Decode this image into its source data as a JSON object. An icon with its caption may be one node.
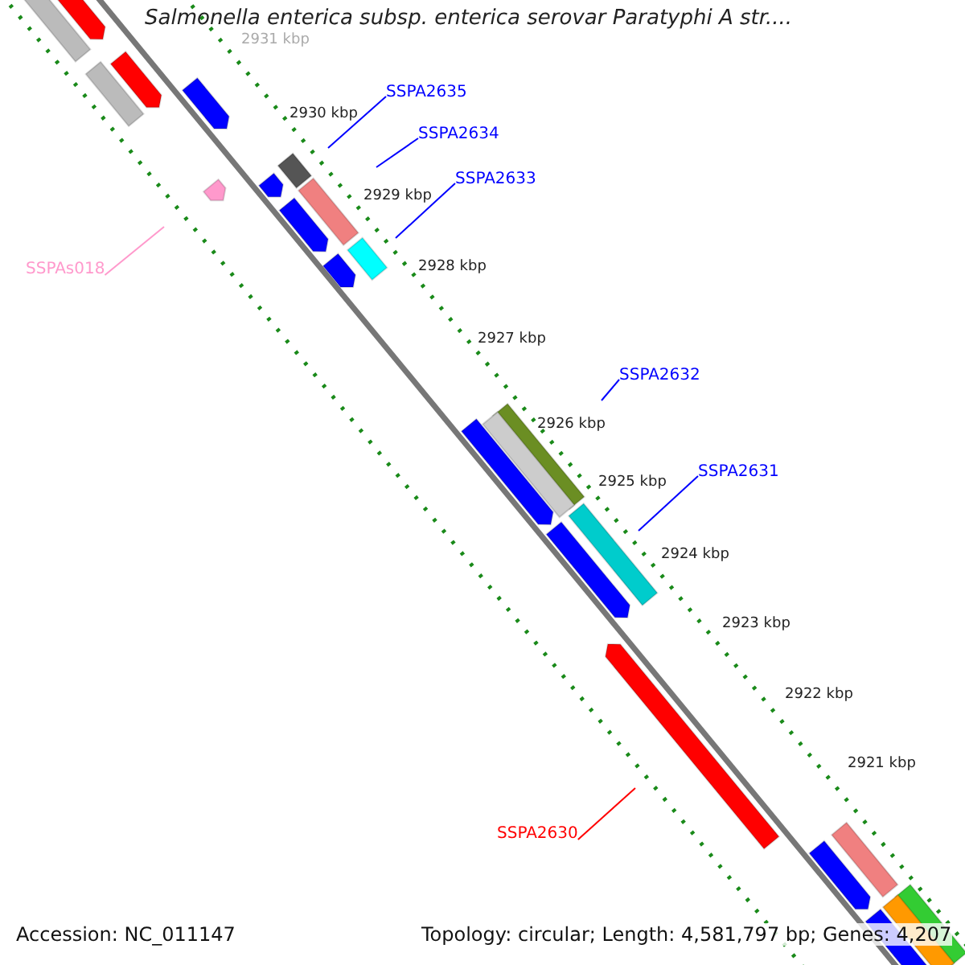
{
  "diagram": {
    "title": "Salmonella enterica subsp. enterica serovar Paratyphi A str....",
    "nodes": [
      {
        "text": [
          "SSPA2635"
        ]
      },
      {
        "text": [
          "SSPA2634"
        ]
      },
      {
        "text": [
          "SSPA2633"
        ]
      },
      {
        "text": [
          "SSPAs018"
        ]
      },
      {
        "text": [
          "SSPA2632"
        ]
      },
      {
        "text": [
          "SSPA2631"
        ]
      },
      {
        "text": [
          "SSPA2630"
        ]
      }
    ],
    "edges": [
      {
        "from": 0,
        "to": null,
        "arrow": "none"
      },
      {
        "from": 1,
        "to": null,
        "arrow": "none"
      },
      {
        "from": 2,
        "to": null,
        "arrow": "none"
      },
      {
        "from": 3,
        "to": null,
        "arrow": "none",
        "color": "#ff99cc"
      },
      {
        "from": 4,
        "to": null,
        "arrow": "none"
      },
      {
        "from": 5,
        "to": null,
        "arrow": "none"
      },
      {
        "from": 6,
        "to": null,
        "arrow": "none",
        "color": "#ff0000"
      }
    ],
    "labels": [
      "2931 kbp",
      "2930 kbp",
      "2929 kbp",
      "2928 kbp",
      "2927 kbp",
      "2926 kbp",
      "2925 kbp",
      "2924 kbp",
      "2923 kbp",
      "2922 kbp",
      "2921 kbp",
      "Accession: NC_011147",
      "Topology: circular; Length: 4,581,797 bp; Genes: 4,207"
    ]
  }
}
